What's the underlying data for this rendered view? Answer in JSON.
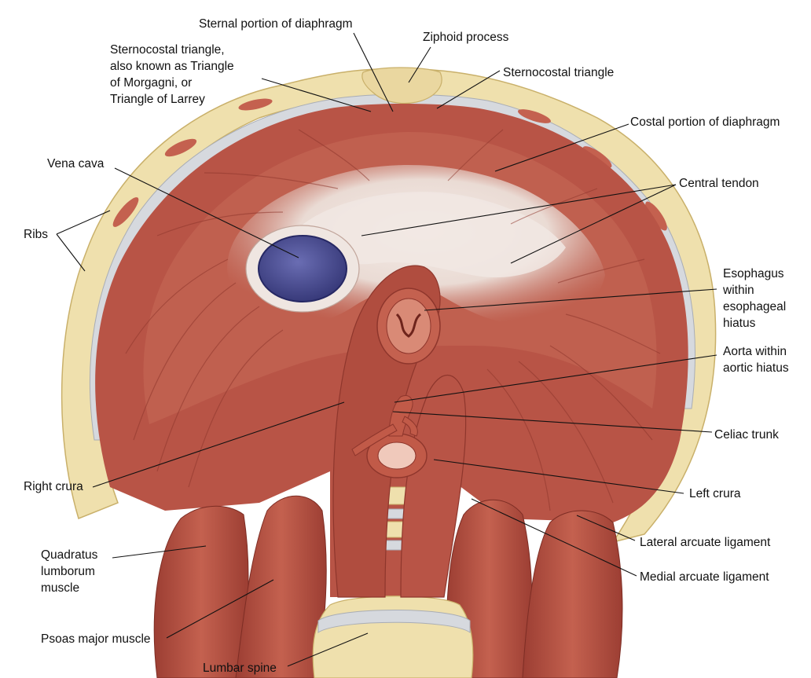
{
  "colors": {
    "muscle": "#b85446",
    "muscle_dark": "#8e362c",
    "muscle_light": "#cf7a68",
    "tendon": "#efe6e1",
    "bone": "#efe0ad",
    "bone_dark": "#d8c27d",
    "cartilage": "#d6d9de",
    "vena_cava": "#4b4e96",
    "vessel": "#c15a48",
    "label_text": "#111111",
    "leader_line": "#111111"
  },
  "labels": {
    "sternal_portion": "Sternal portion of diaphragm",
    "ziphoid_process": "Ziphoid process",
    "sternocostal_morgagni": [
      "Sternocostal triangle,",
      "also known as Triangle",
      "of Morgagni, or",
      "Triangle of Larrey"
    ],
    "sternocostal_triangle": "Sternocostal triangle",
    "costal_portion": "Costal portion of diaphragm",
    "vena_cava": "Vena cava",
    "central_tendon": "Central tendon",
    "ribs": "Ribs",
    "esophagus": [
      "Esophagus",
      "within",
      "esophageal",
      "hiatus"
    ],
    "aorta": [
      "Aorta within",
      "aortic hiatus"
    ],
    "celiac_trunk": "Celiac trunk",
    "right_crura": "Right crura",
    "left_crura": "Left crura",
    "lateral_arcuate": "Lateral arcuate ligament",
    "quadratus": [
      "Quadratus",
      "lumborum",
      "muscle"
    ],
    "medial_arcuate": "Medial arcuate ligament",
    "psoas": "Psoas major muscle",
    "lumbar_spine": "Lumbar spine"
  }
}
